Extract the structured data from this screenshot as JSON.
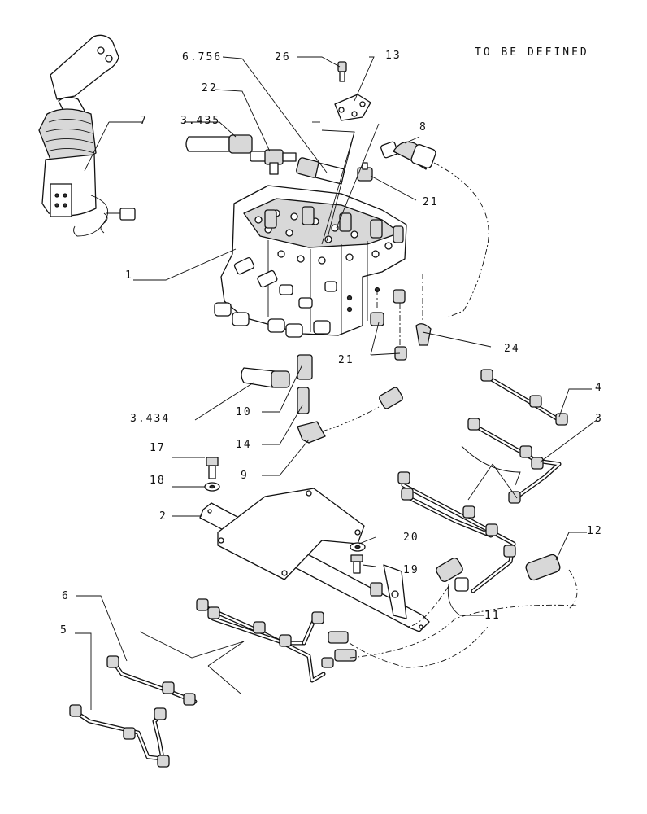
{
  "header": {
    "status_text": "TO BE DEFINED"
  },
  "labels": {
    "p1": "1",
    "p2": "2",
    "p3": "3",
    "p4": "4",
    "p5": "5",
    "p6": "6",
    "p7": "7",
    "p8": "8",
    "p9": "9",
    "p10": "10",
    "p11": "11",
    "p12": "12",
    "p13": "13",
    "p14": "14",
    "p17": "17",
    "p18": "18",
    "p19": "19",
    "p20": "20",
    "p21a": "21",
    "p21b": "21",
    "p22": "22",
    "p24": "24",
    "p26": "26",
    "ref3435": "3.435",
    "ref3434": "3.434",
    "ref6756": "6.756"
  }
}
